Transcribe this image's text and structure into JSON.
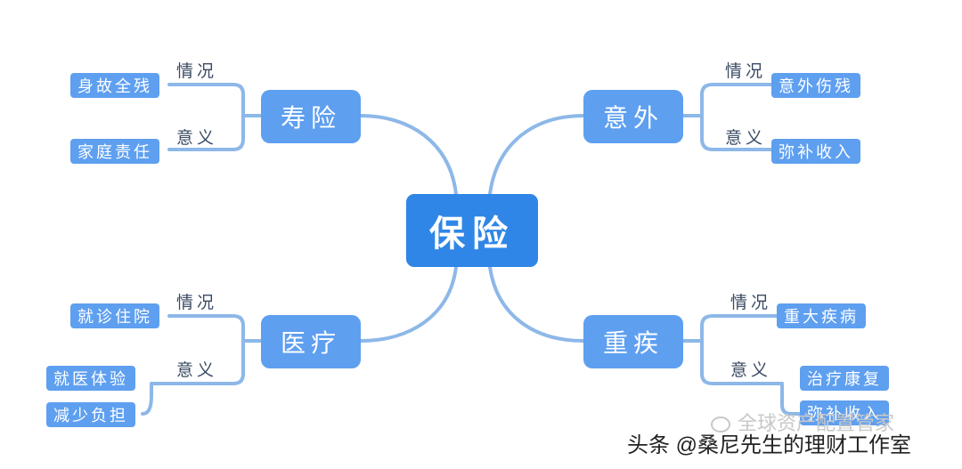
{
  "center": "保险",
  "branches": {
    "shouxian": {
      "title": "寿险",
      "qingkuang": {
        "tag": "情况",
        "items": [
          "身故全残"
        ]
      },
      "yiyi": {
        "tag": "意义",
        "items": [
          "家庭责任"
        ]
      }
    },
    "yiwai": {
      "title": "意外",
      "qingkuang": {
        "tag": "情况",
        "items": [
          "意外伤残"
        ]
      },
      "yiyi": {
        "tag": "意义",
        "items": [
          "弥补收入"
        ]
      }
    },
    "yiliao": {
      "title": "医疗",
      "qingkuang": {
        "tag": "情况",
        "items": [
          "就诊住院"
        ]
      },
      "yiyi": {
        "tag": "意义",
        "items": [
          "就医体验",
          "减少负担"
        ]
      }
    },
    "zhongji": {
      "title": "重疾",
      "qingkuang": {
        "tag": "情况",
        "items": [
          "重大疾病"
        ]
      },
      "yiyi": {
        "tag": "意义",
        "items": [
          "治疗康复",
          "弥补收入"
        ]
      }
    }
  },
  "watermark": "全球资产配置管家",
  "footer": "头条 @桑尼先生的理财工作室",
  "colors": {
    "center": "#2f86e6",
    "node": "#5e9ff0",
    "line": "#8db8e8",
    "tag_text": "#3a4a63"
  }
}
